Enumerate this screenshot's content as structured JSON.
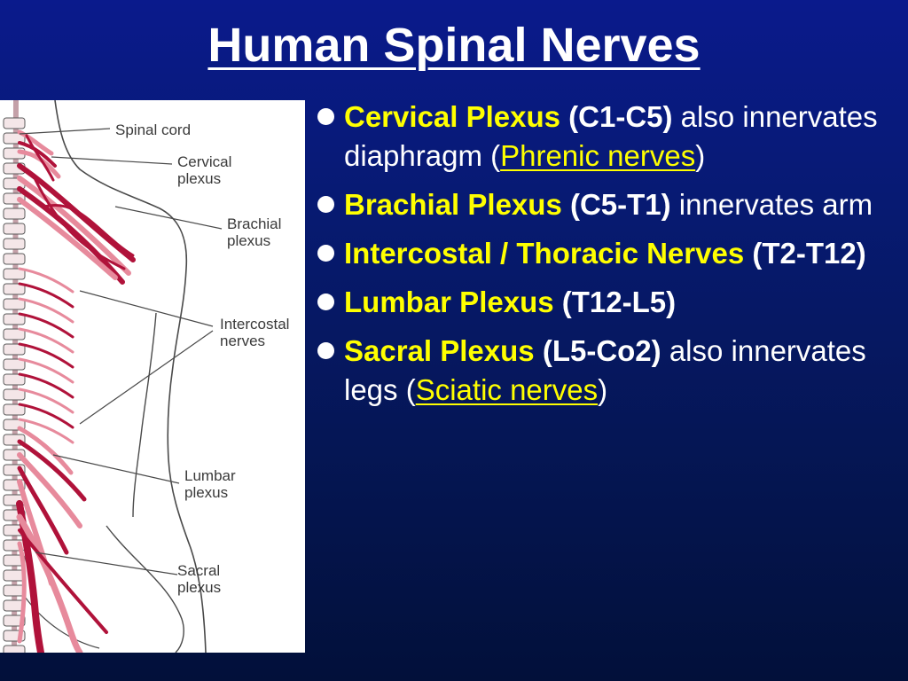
{
  "slide": {
    "title": "Human Spinal Nerves"
  },
  "figure": {
    "labels": {
      "spinal_cord": "Spinal cord",
      "cervical": "Cervical\nplexus",
      "brachial": "Brachial\nplexus",
      "intercostal": "Intercostal\nnerves",
      "lumbar": "Lumbar\nplexus",
      "sacral": "Sacral\nplexus"
    }
  },
  "bullets": [
    {
      "term": "Cervical Plexus",
      "range": "(C1-C5)",
      "text": " also innervates diaphragm (",
      "link": "Phrenic nerves",
      "tail": ")"
    },
    {
      "term": "Brachial Plexus",
      "range": "(C5-T1)",
      "text": " innervates arm",
      "link": "",
      "tail": ""
    },
    {
      "term": "Intercostal / Thoracic Nerves",
      "range": "(T2-T12)",
      "text": "",
      "link": "",
      "tail": ""
    },
    {
      "term": "Lumbar Plexus",
      "range": "(T12-L5)",
      "text": "",
      "link": "",
      "tail": ""
    },
    {
      "term": "Sacral Plexus",
      "range": "(L5-Co2)",
      "text": " also innervates legs (",
      "link": "Sciatic nerves",
      "tail": ")"
    }
  ],
  "colors": {
    "background": "#071a72",
    "title_text": "#ffffff",
    "term_text": "#ffff00",
    "nerve_dark": "#b0123a",
    "nerve_light": "#e78a9c"
  }
}
